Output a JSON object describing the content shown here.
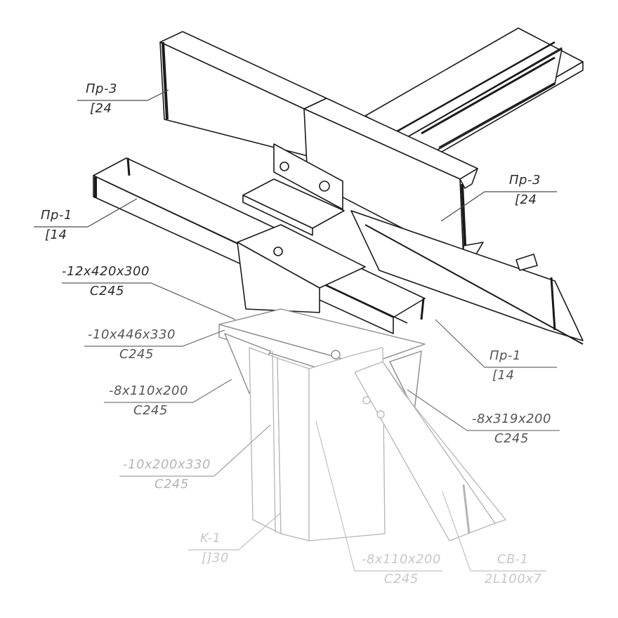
{
  "labels": {
    "pr3_top": {
      "name": "Пр-3",
      "section": "[24"
    },
    "pr3_right": {
      "name": "Пр-3",
      "section": "[24"
    },
    "pr1_left": {
      "name": "Пр-1",
      "section": "[14"
    },
    "pr1_right": {
      "name": "Пр-1",
      "section": "[14"
    },
    "plate_12": {
      "name": "-12x420x300",
      "section": "C245"
    },
    "plate_10a": {
      "name": "-10x446x330",
      "section": "C245"
    },
    "plate_8a": {
      "name": "-8x110x200",
      "section": "C245"
    },
    "plate_8b": {
      "name": "-8x319x200",
      "section": "C245"
    },
    "plate_10b": {
      "name": "-10x200x330",
      "section": "C245"
    },
    "plate_8c": {
      "name": "-8x110x200",
      "section": "C245"
    },
    "column_k1": {
      "name": "K-1",
      "section": "[]30"
    },
    "brace_sv1": {
      "name": "CB-1",
      "section": "2L100x7"
    }
  },
  "colors": {
    "ink": "#1a1a1a",
    "ink_mid": "#6a6a6a",
    "ink_light": "#bdbdbd"
  }
}
